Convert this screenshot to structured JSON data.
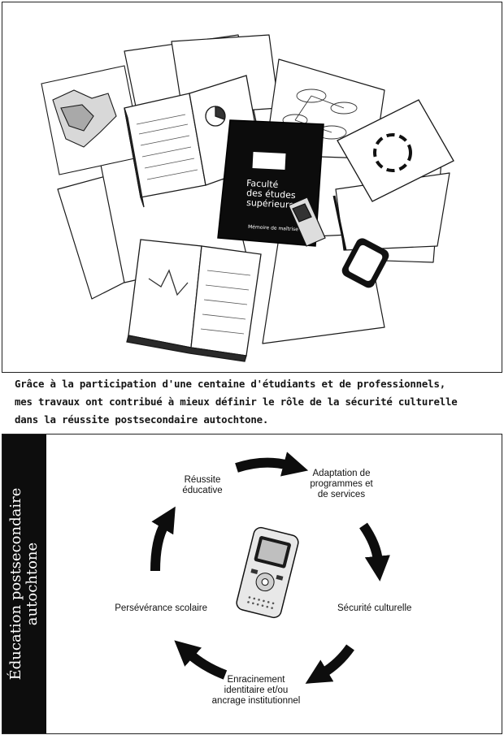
{
  "caption": {
    "lines": [
      "Grâce à la participation d'une centaine d'étudiants et de professionnels,",
      "mes travaux ont contribué à mieux définir le rôle de la sécurité culturelle",
      "dans la réussite postsecondaire autochtone."
    ]
  },
  "illustration": {
    "notebook_title_lines": [
      "Faculté",
      "des études",
      "supérieures"
    ],
    "notebook_subtitle": "Mémoire de maîtrise"
  },
  "diagram": {
    "side_title_lines": [
      "Éducation postsecondaire",
      "autochtone"
    ],
    "steps": [
      "Réussite\néducative",
      "Adaptation de\nprogrammes et\nde services",
      "Sécurité culturelle",
      "Enracinement\nidentitaire et/ou\nancrage institutionnel",
      "Persévérance scolaire"
    ]
  }
}
